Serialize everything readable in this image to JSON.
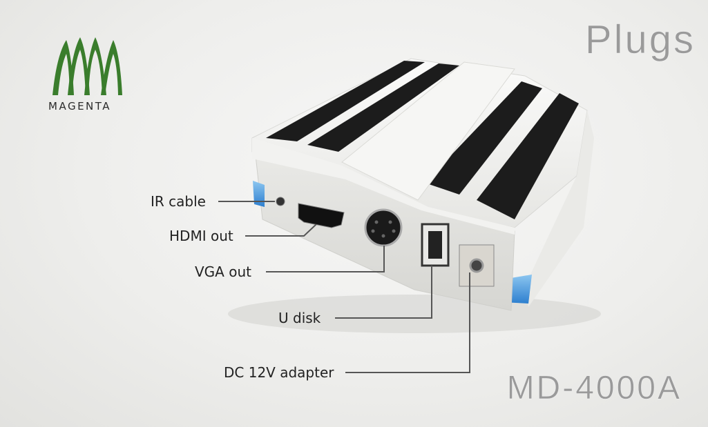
{
  "brand": {
    "name": "MAGENTA",
    "logo_color": "#3a7d2c"
  },
  "heading": "Plugs",
  "model": "MD-4000A",
  "callouts": {
    "ir_cable": "IR cable",
    "hdmi_out": "HDMI out",
    "vga_out": "VGA out",
    "u_disk": "U disk",
    "dc_adapter": "DC 12V adapter"
  },
  "colors": {
    "accent_blue": "#3b8fd6",
    "stripe": "#1c1c1c",
    "body": "#f4f4f2",
    "leader_line": "#555555"
  }
}
